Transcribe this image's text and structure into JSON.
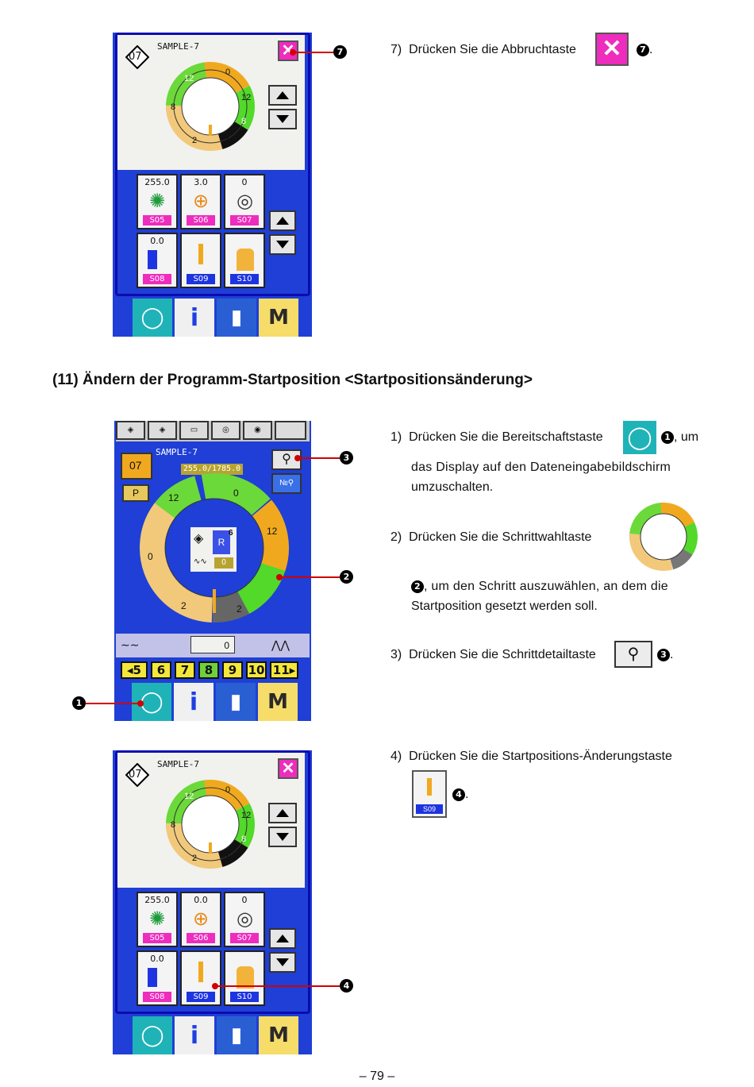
{
  "screen1": {
    "title": "SAMPLE-7",
    "pattern_no": "07",
    "ring_labels": [
      "12",
      "0",
      "12",
      "8",
      "2",
      "2",
      "8"
    ],
    "tiles": [
      {
        "value": "255.0",
        "label": "S05",
        "color": "pink"
      },
      {
        "value": "3.0",
        "label": "S06",
        "color": "pink"
      },
      {
        "value": "0",
        "label": "S07",
        "color": "pink"
      },
      {
        "value": "0.0",
        "label": "S08",
        "color": "pink"
      },
      {
        "value": "",
        "label": "S09",
        "color": "blue"
      },
      {
        "value": "",
        "label": "S10",
        "color": "blue"
      }
    ],
    "callout": "7"
  },
  "step7": {
    "prefix": "7)",
    "text": "Drücken Sie die Abbruchtaste",
    "num": "7",
    "suffix": "."
  },
  "section_heading": "(11) Ändern der Programm-Startposition <Startpositionsänderung>",
  "screen2": {
    "title": "SAMPLE-7",
    "pattern_no": "07",
    "counter": "255.0/1785.0",
    "folder_label": "P",
    "ring_labels": [
      "12",
      "0",
      "12",
      "0",
      "2",
      "2"
    ],
    "center_r": "R",
    "center_6": "6",
    "center_0": "0",
    "bottom_value": "0",
    "step_buttons": [
      "5",
      "6",
      "7",
      "8",
      "9",
      "10",
      "11"
    ],
    "callouts": [
      "1",
      "2",
      "3"
    ]
  },
  "steps": [
    {
      "prefix": "1)",
      "text_a": "Drücken Sie die Bereitschaftstaste",
      "num": "1",
      "text_b": ", um",
      "text_c": "das Display auf den Dateneingabebildschirm",
      "text_d": "umzuschalten."
    },
    {
      "prefix": "2)",
      "text_a": "Drücken Sie die Schrittwahltaste",
      "num": "2",
      "text_b": ", um den Schritt auszuwählen, an dem die",
      "text_c": "Startposition gesetzt werden soll."
    },
    {
      "prefix": "3)",
      "text_a": "Drücken Sie die Schrittdetailtaste",
      "num": "3",
      "text_b": "."
    },
    {
      "prefix": "4)",
      "text_a": "Drücken Sie die Startpositions-Änderungstaste",
      "num": "4",
      "text_b": "."
    }
  ],
  "screen3": {
    "title": "SAMPLE-7",
    "pattern_no": "07",
    "ring_labels": [
      "12",
      "0",
      "12",
      "8",
      "2",
      "2",
      "8"
    ],
    "tiles": [
      {
        "value": "255.0",
        "label": "S05",
        "color": "pink"
      },
      {
        "value": "0.0",
        "label": "S06",
        "color": "pink"
      },
      {
        "value": "0",
        "label": "S07",
        "color": "pink"
      },
      {
        "value": "0.0",
        "label": "S08",
        "color": "pink"
      },
      {
        "value": "",
        "label": "S09",
        "color": "blue"
      },
      {
        "value": "",
        "label": "S10",
        "color": "blue"
      }
    ],
    "callout": "4"
  },
  "s09_label": "S09",
  "page_number": "– 79 –",
  "colors": {
    "panel_blue": "#1f3fd6",
    "ready": "#1fb3b8",
    "cancel_pink": "#ee2cbe",
    "m_yellow": "#f6dc69",
    "callout_red": "#d20000"
  }
}
